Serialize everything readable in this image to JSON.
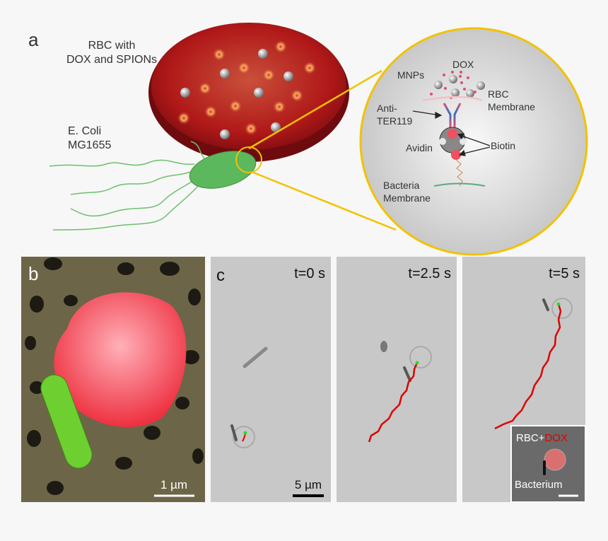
{
  "panel_a": {
    "letter": "a",
    "rbc_label_1": "RBC with",
    "rbc_label_2": "DOX and SPIONs",
    "ecoli_label_1": "E. Coli",
    "ecoli_label_2": "MG1655",
    "inset": {
      "dox": "DOX",
      "mnps": "MNPs",
      "rbc_membrane_1": "RBC",
      "rbc_membrane_2": "Membrane",
      "anti_1": "Anti-",
      "anti_2": "TER119",
      "avidin": "Avidin",
      "biotin": "Biotin",
      "bacteria_membrane_1": "Bacteria",
      "bacteria_membrane_2": "Membrane"
    }
  },
  "panel_b": {
    "letter": "b",
    "scale_bar": "1 µm"
  },
  "panel_c": {
    "letter": "c",
    "frames": [
      {
        "time": "t=0 s"
      },
      {
        "time": "t=2.5 s"
      },
      {
        "time": "t=5 s"
      }
    ],
    "scale_bar": "5 µm",
    "inset": {
      "label_rbc": "RBC+",
      "label_dox": "DOX",
      "label_bacterium": "Bacterium"
    }
  },
  "colors": {
    "highlight": "#f2c200",
    "track": "#e00000",
    "rbc": "#c8202a",
    "bacterium": "#5cb85c"
  }
}
